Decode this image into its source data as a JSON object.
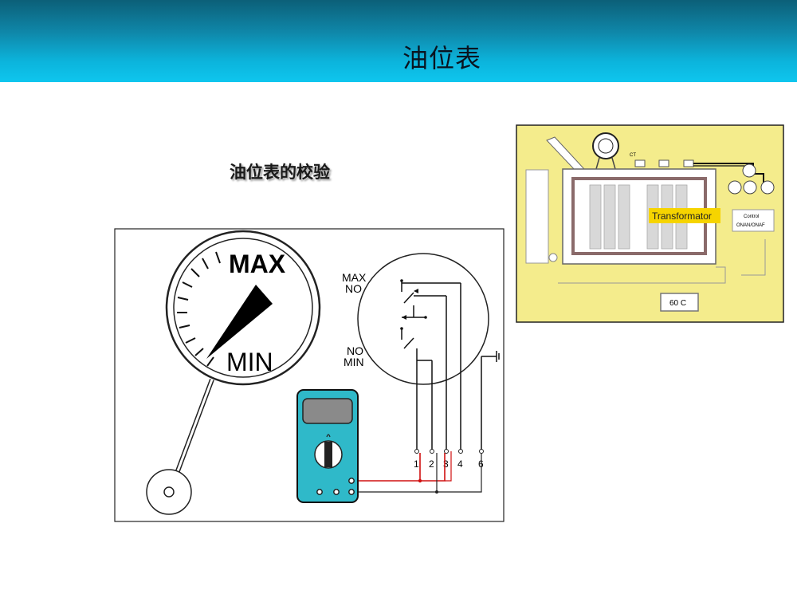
{
  "header": {
    "title": "油位表"
  },
  "subtitle": "油位表的校验",
  "gauge": {
    "max_label": "MAX",
    "min_label": "MIN"
  },
  "switch": {
    "max_no_line1": "MAX",
    "max_no_line2": "NO",
    "no_min_line1": "NO",
    "no_min_line2": "MIN"
  },
  "terminals": [
    "1",
    "2",
    "3",
    "4",
    "6"
  ],
  "transformer_panel": {
    "transformer_label": "Transformator",
    "control_line1": "Control",
    "control_line2": "ONAN/ONAF",
    "ct_label": "CT",
    "temperature": "60 C"
  },
  "colors": {
    "header_top": "#0c5f78",
    "header_bottom": "#0ec6ee",
    "multimeter": "#2fb9c9",
    "panel_bg": "#f4ec8c",
    "label_yellow": "#f6d400",
    "wire_red": "#d01010"
  }
}
